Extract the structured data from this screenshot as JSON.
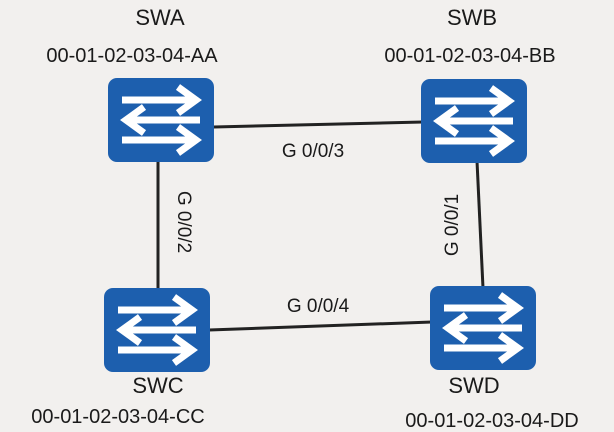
{
  "colors": {
    "switch": "#1d5fae",
    "arrow": "#ffffff",
    "link": "#222222"
  },
  "switches": {
    "a": {
      "name": "SWA",
      "mac": "00-01-02-03-04-AA",
      "icon": "switch-icon"
    },
    "b": {
      "name": "SWB",
      "mac": "00-01-02-03-04-BB",
      "icon": "switch-icon"
    },
    "c": {
      "name": "SWC",
      "mac": "00-01-02-03-04-CC",
      "icon": "switch-icon"
    },
    "d": {
      "name": "SWD",
      "mac": "00-01-02-03-04-DD",
      "icon": "switch-icon"
    }
  },
  "links": {
    "ab": {
      "port": "G 0/0/3"
    },
    "ac": {
      "port": "G 0/0/2"
    },
    "bd": {
      "port": "G 0/0/1"
    },
    "cd": {
      "port": "G 0/0/4"
    }
  }
}
